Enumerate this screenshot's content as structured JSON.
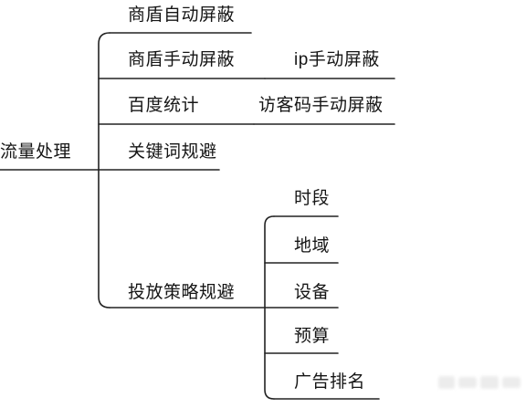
{
  "root": {
    "label": "流量处理"
  },
  "branches": [
    {
      "label": "商盾自动屏蔽",
      "children": []
    },
    {
      "label": "商盾手动屏蔽",
      "children": [
        {
          "label": "ip手动屏蔽"
        }
      ]
    },
    {
      "label": "百度统计",
      "children": [
        {
          "label": "访客码手动屏蔽"
        }
      ]
    },
    {
      "label": "关键词规避",
      "children": []
    },
    {
      "label": "投放策略规避",
      "children": [
        {
          "label": "时段"
        },
        {
          "label": "地域"
        },
        {
          "label": "设备"
        },
        {
          "label": "预算"
        },
        {
          "label": "广告排名"
        }
      ]
    }
  ],
  "colors": {
    "line": "#222222",
    "text": "#151515",
    "background": "#ffffff"
  }
}
